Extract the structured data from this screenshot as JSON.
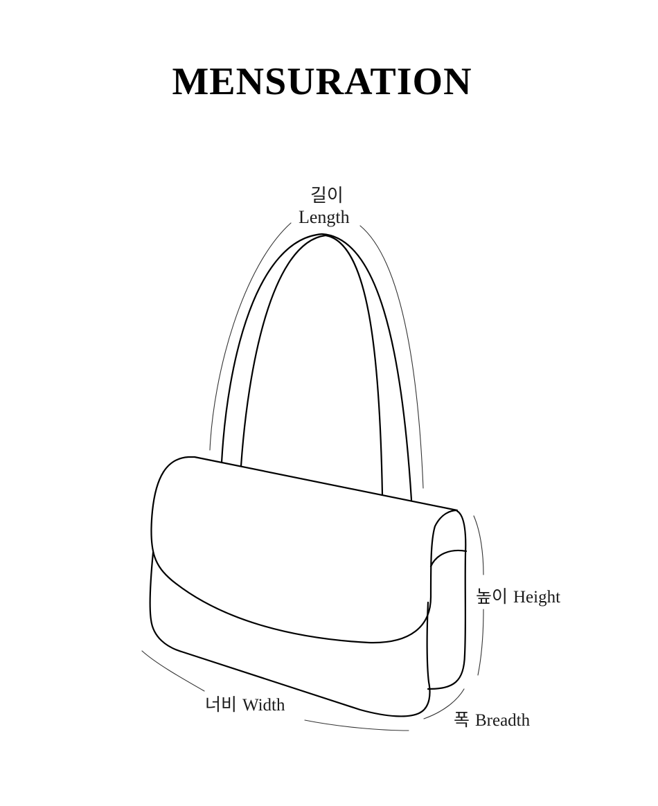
{
  "title": "MENSURATION",
  "labels": {
    "length_ko": "길이",
    "length_en": "Length",
    "height_ko": "높이",
    "height_en": "Height",
    "width_ko": "너비",
    "width_en": "Width",
    "breadth_ko": "폭",
    "breadth_en": "Breadth"
  },
  "colors": {
    "stroke": "#000000",
    "guide": "#333333",
    "text": "#1a1a1a",
    "background": "#ffffff"
  }
}
